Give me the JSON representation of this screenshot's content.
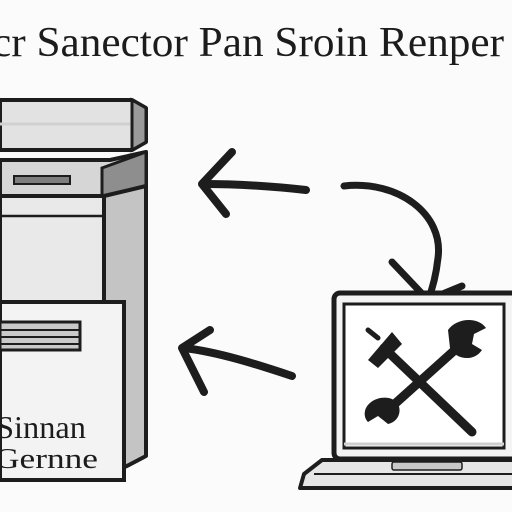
{
  "header": {
    "title": "cr Sanector Pan Sroin Renper"
  },
  "device_left": {
    "label_line1": "Sinnan",
    "label_line2": "Gernne"
  },
  "icons": {
    "left_device": "printer-server-icon",
    "right_device": "laptop-icon",
    "tool": "wrench-screwdriver-icon",
    "arrows": [
      "arrow-left-icon",
      "arrow-curved-down-icon",
      "arrow-left-icon"
    ]
  }
}
